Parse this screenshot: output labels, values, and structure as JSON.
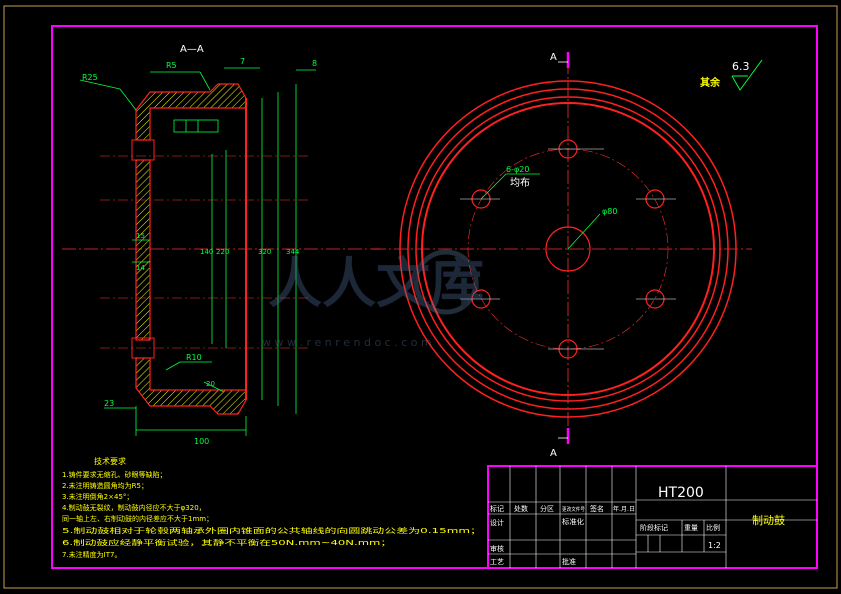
{
  "colors": {
    "background": "#000000",
    "outer_frame": "#c8a050",
    "inner_frame": "#ff00ff",
    "geometry": "#ff2020",
    "centerline": "#ff3030",
    "dimension": "#00ff40",
    "hatch": "#ffff00",
    "text_yellow": "#ffff00",
    "text_white": "#ffffff",
    "table_line": "#ffffff"
  },
  "section_view": {
    "title": "A—A",
    "labels": {
      "r25": "R25",
      "r5": "R5",
      "d7": "7",
      "d8": "8",
      "d15": "15",
      "d14": "14",
      "r10": "R10",
      "d23": "23",
      "d100": "100",
      "d20": "20",
      "dia140": "140",
      "dia220": "220",
      "dia320": "320",
      "dia344": "344"
    }
  },
  "front_view": {
    "section_mark_top": "A",
    "section_mark_bottom": "A",
    "holes_label": "6-φ20",
    "holes_note": "均布",
    "center_dia": "φ80"
  },
  "roughness": {
    "value": "6.3",
    "prefix": "其余"
  },
  "watermark": {
    "text": "人人文库",
    "url": "w w w . r e n r e n d o c . c o m"
  },
  "tech_requirements": {
    "title": "技术要求",
    "items": [
      "1.铸件要求无缩孔、砂眼等缺陷；",
      "2.未注明铸造圆角均为R5；",
      "3.未注明倒角2×45°；",
      "4.制动鼓无裂纹，制动鼓内径应不大于φ320，",
      "同一轴上左、右制动鼓的内径差应不大于1mm；",
      "5.制动鼓相对于轮毂两轴承外圈内锥面的公共轴线的向圆跳动公差为0.15mm；",
      "6.制动鼓应经静平衡试验，其静不平衡在50N.mm~40N.mm；",
      "7.未注精度为IT7。"
    ]
  },
  "title_block": {
    "material": "HT200",
    "part_name": "制动鼓",
    "rev_headers": [
      "标记",
      "处数",
      "分区",
      "更改文件号",
      "签名",
      "年.月.日"
    ],
    "row_design": "设计",
    "row_standard": "标准化",
    "row_review": "审核",
    "row_process": "工艺",
    "row_approve": "批准",
    "stage_label": "阶段标记",
    "weight_label": "重量",
    "scale_label": "比例",
    "scale_value": "1:2"
  }
}
